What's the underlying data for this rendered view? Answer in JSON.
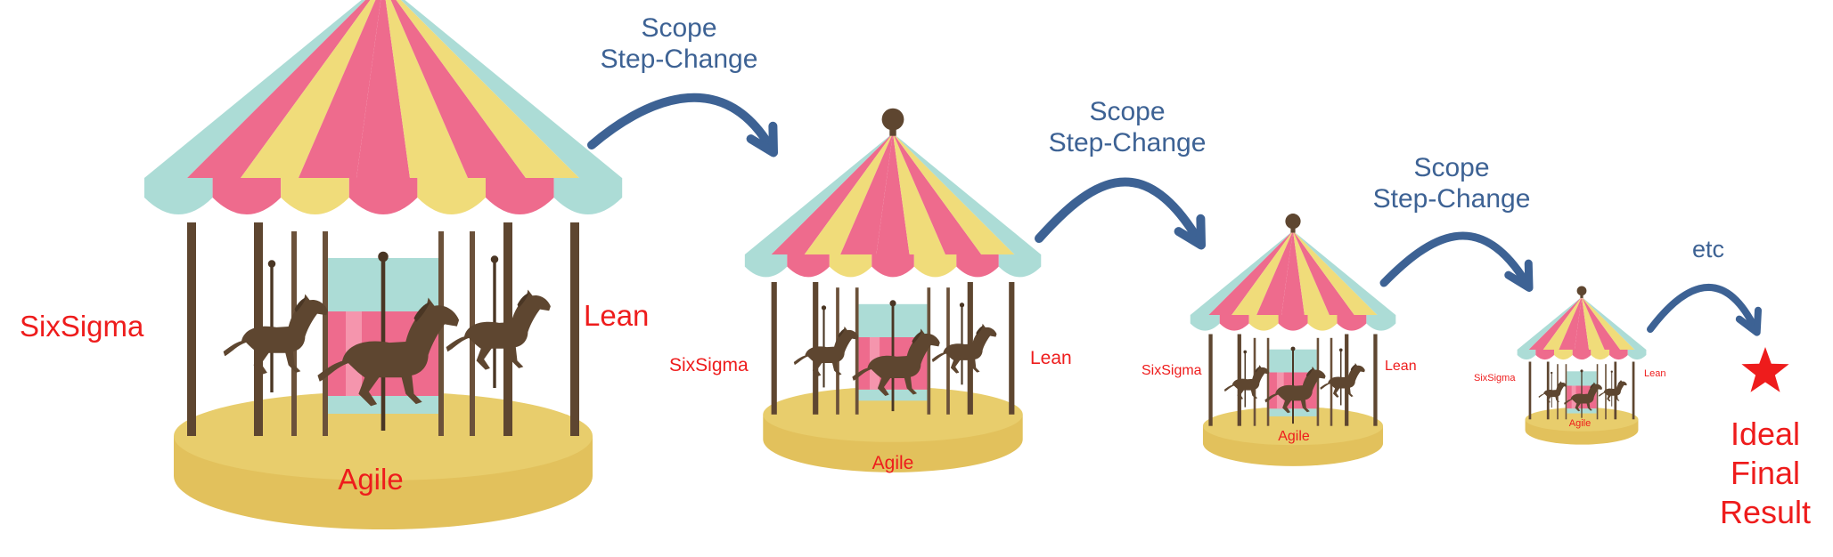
{
  "carousels": [
    {
      "left_label": "SixSigma",
      "right_label": "Lean",
      "bottom_label": "Agile"
    },
    {
      "left_label": "SixSigma",
      "right_label": "Lean",
      "bottom_label": "Agile"
    },
    {
      "left_label": "SixSigma",
      "right_label": "Lean",
      "bottom_label": "Agile"
    },
    {
      "left_label": "SixSigma",
      "right_label": "Lean",
      "bottom_label": "Agile"
    }
  ],
  "steps": [
    {
      "line1": "Scope",
      "line2": "Step-Change"
    },
    {
      "line1": "Scope",
      "line2": "Step-Change"
    },
    {
      "line1": "Scope",
      "line2": "Step-Change"
    },
    {
      "line1": "etc",
      "line2": ""
    }
  ],
  "final": {
    "line1": "Ideal",
    "line2": "Final",
    "line3": "Result"
  },
  "colors": {
    "label_red": "#ee1c1c",
    "step_blue": "#3d6294",
    "canopy_pink": "#ee6b8d",
    "canopy_yellow": "#f0dc7a",
    "canopy_mint": "#acdcd6",
    "pole_brown": "#5e4630",
    "base_gold": "#e8cd6c",
    "star_red": "#ee1c1c"
  }
}
